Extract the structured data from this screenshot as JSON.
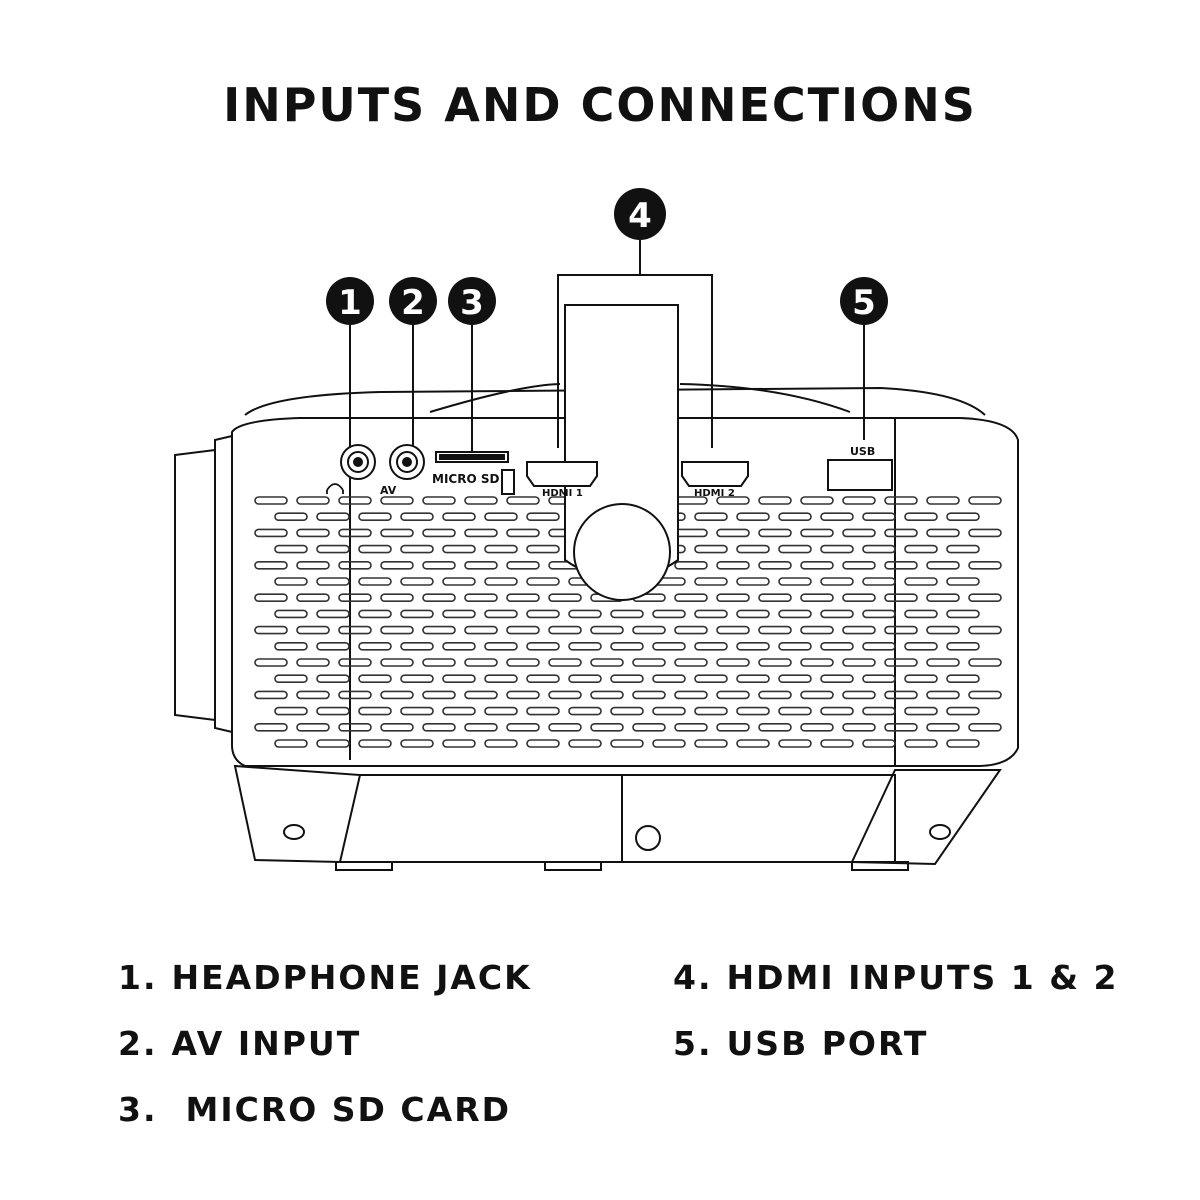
{
  "title": "INPUTS AND CONNECTIONS",
  "colors": {
    "ink": "#111111",
    "marker": "#111111",
    "marker_text": "#ffffff",
    "body": "#ffffff"
  },
  "markers": [
    "1",
    "2",
    "3",
    "4",
    "5"
  ],
  "port_labels": {
    "av": "AV",
    "micro_sd": "MICRO SD",
    "hdmi1": "HDMI 1",
    "hdmi2": "HDMI 2",
    "usb": "USB"
  },
  "icons": [
    "headphone-icon"
  ],
  "legend": [
    {
      "num": "1.",
      "label": "HEADPHONE JACK"
    },
    {
      "num": "2.",
      "label": "AV INPUT"
    },
    {
      "num": "3.",
      "label": "MICRO SD CARD"
    },
    {
      "num": "4.",
      "label": "HDMI INPUTS 1 & 2"
    },
    {
      "num": "5.",
      "label": "USB PORT"
    }
  ]
}
